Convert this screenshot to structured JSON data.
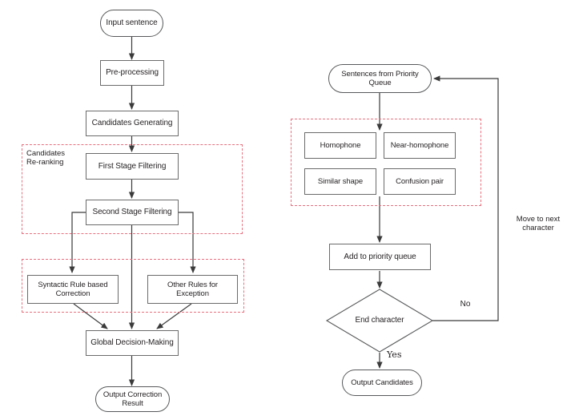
{
  "diagram": {
    "title": "Chinese spelling correction pipeline flowchart",
    "background": "#ffffff",
    "accent_dashed": "#e8707e",
    "node_stroke": "#6b6b6b",
    "text_color": "#231f20"
  },
  "left_flow": {
    "nodes": {
      "input_sentence": "Input sentence",
      "pre_processing": "Pre-processing",
      "candidates_generating": "Candidates Generating",
      "first_stage_filtering": "First Stage Filtering",
      "second_stage_filtering": "Second Stage Filtering",
      "syntactic_rule": "Syntactic Rule based Correction",
      "other_rules": "Other Rules for Exception",
      "global_decision": "Global Decision-Making",
      "output_correction": "Output Correction Result"
    },
    "group_label": "Candidates\nRe-ranking"
  },
  "right_flow": {
    "nodes": {
      "sentences_from_queue": "Sentences from Priority Queue",
      "homophone": "Homophone",
      "near_homophone": "Near-homophone",
      "similar_shape": "Similar shape",
      "confusion_pair": "Confusion pair",
      "add_to_queue": "Add to priority queue",
      "end_character": "End character",
      "output_candidates": "Output Candidates"
    },
    "edge_labels": {
      "no": "No",
      "yes": "Yes",
      "move_next": "Move to next\ncharacter"
    }
  }
}
